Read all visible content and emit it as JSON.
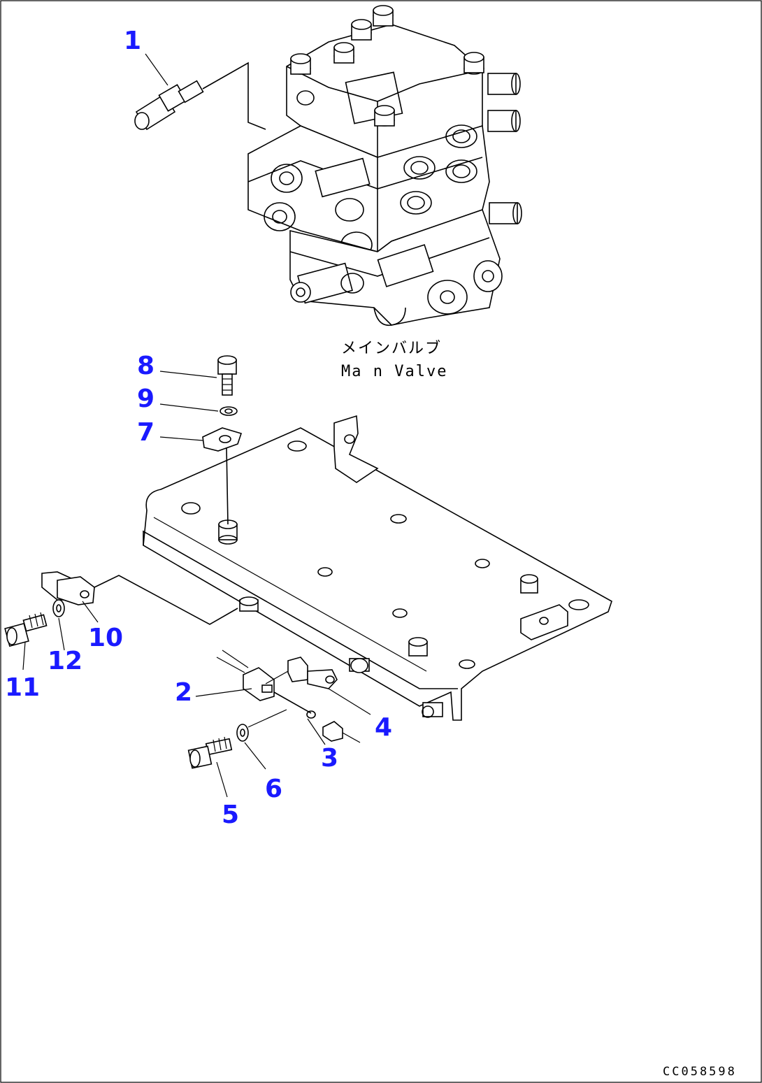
{
  "diagram": {
    "callouts": [
      "1",
      "2",
      "3",
      "4",
      "5",
      "6",
      "7",
      "8",
      "9",
      "10",
      "11",
      "12"
    ],
    "main_valve_label_jp": "メインバルブ",
    "main_valve_label_en": "Ma n Valve",
    "reference_code": "CC058598"
  },
  "colors": {
    "callout": "#1a1aff",
    "line": "#000000",
    "background": "#ffffff"
  }
}
